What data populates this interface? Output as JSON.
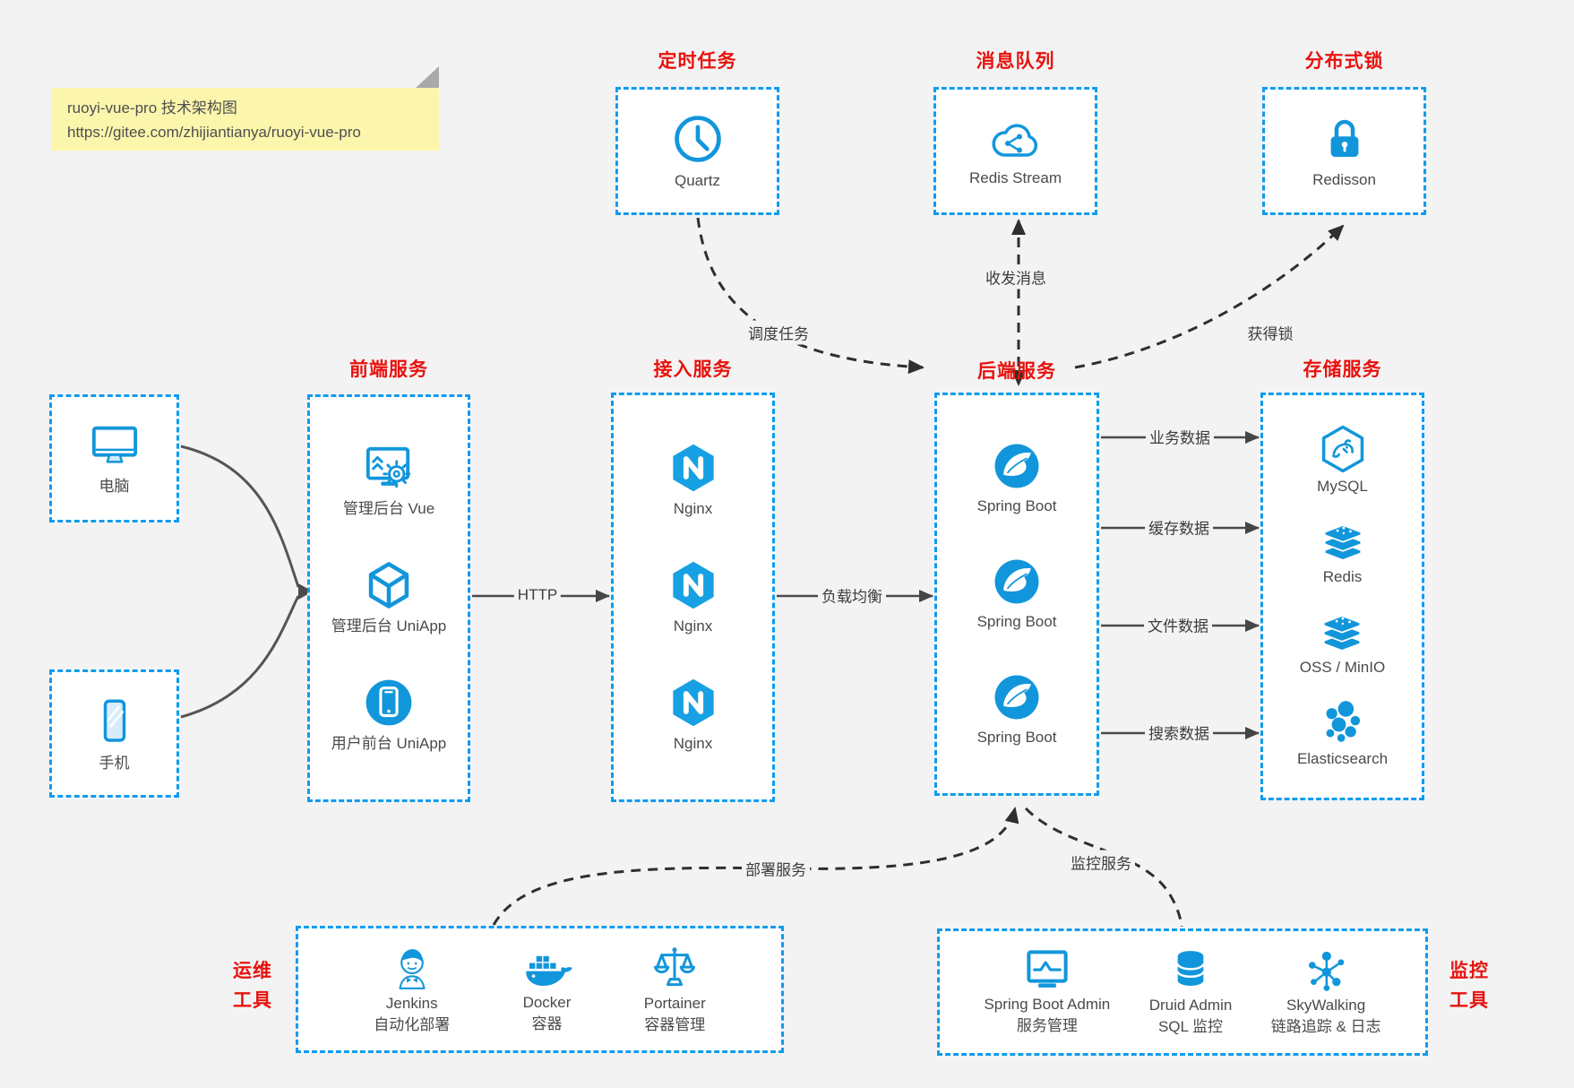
{
  "note": {
    "line1": "ruoyi-vue-pro 技术架构图",
    "line2": "https://gitee.com/zhijiantianya/ruoyi-vue-pro"
  },
  "groups": {
    "scheduled": {
      "title": "定时任务",
      "item": {
        "label": "Quartz",
        "icon": "clock-icon"
      }
    },
    "mq": {
      "title": "消息队列",
      "item": {
        "label": "Redis Stream",
        "icon": "cloud-share-icon"
      }
    },
    "lock": {
      "title": "分布式锁",
      "item": {
        "label": "Redisson",
        "icon": "lock-icon"
      }
    },
    "clients": {
      "pc": {
        "label": "电脑",
        "icon": "desktop-icon"
      },
      "mobile": {
        "label": "手机",
        "icon": "phone-icon"
      }
    },
    "frontend": {
      "title": "前端服务",
      "items": [
        {
          "label": "管理后台 Vue",
          "icon": "admin-vue-icon"
        },
        {
          "label": "管理后台 UniApp",
          "icon": "uniapp-cube-icon"
        },
        {
          "label": "用户前台 UniApp",
          "icon": "user-app-icon"
        }
      ]
    },
    "gateway": {
      "title": "接入服务",
      "items": [
        {
          "label": "Nginx",
          "icon": "nginx-icon"
        },
        {
          "label": "Nginx",
          "icon": "nginx-icon"
        },
        {
          "label": "Nginx",
          "icon": "nginx-icon"
        }
      ]
    },
    "backend": {
      "title": "后端服务",
      "items": [
        {
          "label": "Spring Boot",
          "icon": "spring-icon"
        },
        {
          "label": "Spring Boot",
          "icon": "spring-icon"
        },
        {
          "label": "Spring Boot",
          "icon": "spring-icon"
        }
      ]
    },
    "storage": {
      "title": "存储服务",
      "items": [
        {
          "label": "MySQL",
          "icon": "mysql-icon"
        },
        {
          "label": "Redis",
          "icon": "redis-stack-icon"
        },
        {
          "label": "OSS / MinIO",
          "icon": "object-storage-icon"
        },
        {
          "label": "Elasticsearch",
          "icon": "elasticsearch-icon"
        }
      ]
    },
    "devops": {
      "title_line1": "运维",
      "title_line2": "工具",
      "items": [
        {
          "name": "Jenkins",
          "desc": "自动化部署",
          "icon": "jenkins-icon"
        },
        {
          "name": "Docker",
          "desc": "容器",
          "icon": "docker-icon"
        },
        {
          "name": "Portainer",
          "desc": "容器管理",
          "icon": "portainer-scales-icon"
        }
      ]
    },
    "monitoring": {
      "title_line1": "监控",
      "title_line2": "工具",
      "items": [
        {
          "name": "Spring Boot Admin",
          "desc": "服务管理",
          "icon": "spring-boot-admin-icon"
        },
        {
          "name": "Druid Admin",
          "desc": "SQL 监控",
          "icon": "database-icon"
        },
        {
          "name": "SkyWalking",
          "desc": "链路追踪 & 日志",
          "icon": "skywalking-icon"
        }
      ]
    }
  },
  "edges": {
    "http": "HTTP",
    "load_balance": "负载均衡",
    "schedule_task": "调度任务",
    "send_receive_message": "收发消息",
    "acquire_lock": "获得锁",
    "business_data": "业务数据",
    "cache_data": "缓存数据",
    "file_data": "文件数据",
    "search_data": "搜索数据",
    "deploy_service": "部署服务",
    "monitor_service": "监控服务"
  },
  "colors": {
    "accent_blue": "#0f9bef",
    "icon_blue": "#1296db",
    "title_red": "#e8120e",
    "background": "#f3f3f3",
    "box_background": "#ffffff",
    "text_gray": "#4a4a4a",
    "arrow_dark": "#454545",
    "dashed_dark": "#2f2f2f",
    "note_yellow": "#fbf6ac"
  }
}
